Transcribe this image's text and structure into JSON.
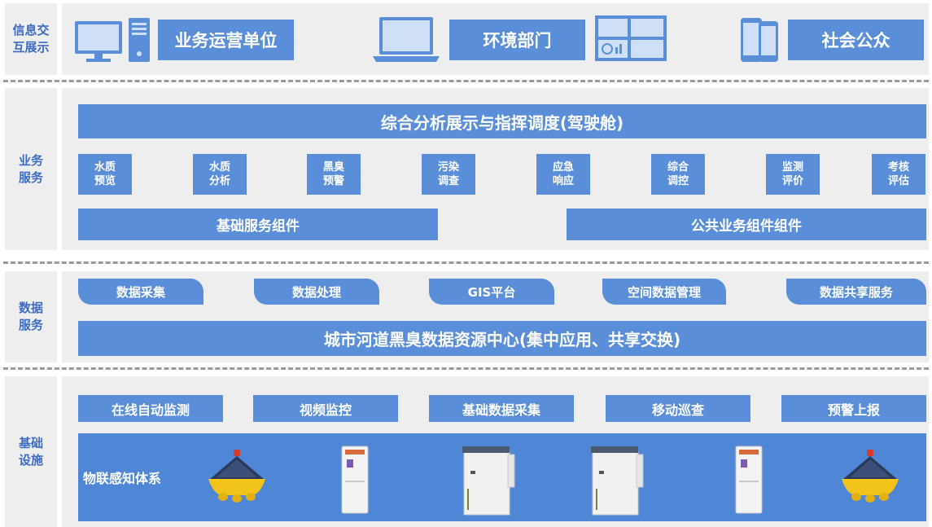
{
  "layers": {
    "display": {
      "label_line1": "信息交",
      "label_line2": "互展示"
    },
    "business": {
      "label_line1": "业务",
      "label_line2": "服务"
    },
    "data": {
      "label_line1": "数据",
      "label_line2": "服务"
    },
    "infra": {
      "label_line1": "基础",
      "label_line2": "设施"
    }
  },
  "display": {
    "operators": "业务运营单位",
    "environment": "环境部门",
    "public": "社会公众"
  },
  "business": {
    "cockpit": "综合分析展示与指挥调度(驾驶舱)",
    "modules": [
      {
        "line1": "水质",
        "line2": "预览"
      },
      {
        "line1": "水质",
        "line2": "分析"
      },
      {
        "line1": "黑臭",
        "line2": "预警"
      },
      {
        "line1": "污染",
        "line2": "调查"
      },
      {
        "line1": "应急",
        "line2": "响应"
      },
      {
        "line1": "综合",
        "line2": "调控"
      },
      {
        "line1": "监测",
        "line2": "评价"
      },
      {
        "line1": "考核",
        "line2": "评估"
      }
    ],
    "base_components": "基础服务组件",
    "public_components": "公共业务组件组件"
  },
  "data_service": {
    "tabs": [
      "数据采集",
      "数据处理",
      "GIS平台",
      "空间数据管理",
      "数据共享服务"
    ],
    "center": "城市河道黑臭数据资源中心(集中应用、共享交换)"
  },
  "infra": {
    "items": [
      "在线自动监测",
      "视频监控",
      "基础数据采集",
      "移动巡查",
      "预警上报"
    ],
    "iot_label": "物联感知体系"
  },
  "colors": {
    "accent": "#5b8ed8",
    "label": "#3d6cc2",
    "panel": "#eeeeee",
    "iot_panel": "#4f86d6",
    "buoy": "#f2c318"
  }
}
